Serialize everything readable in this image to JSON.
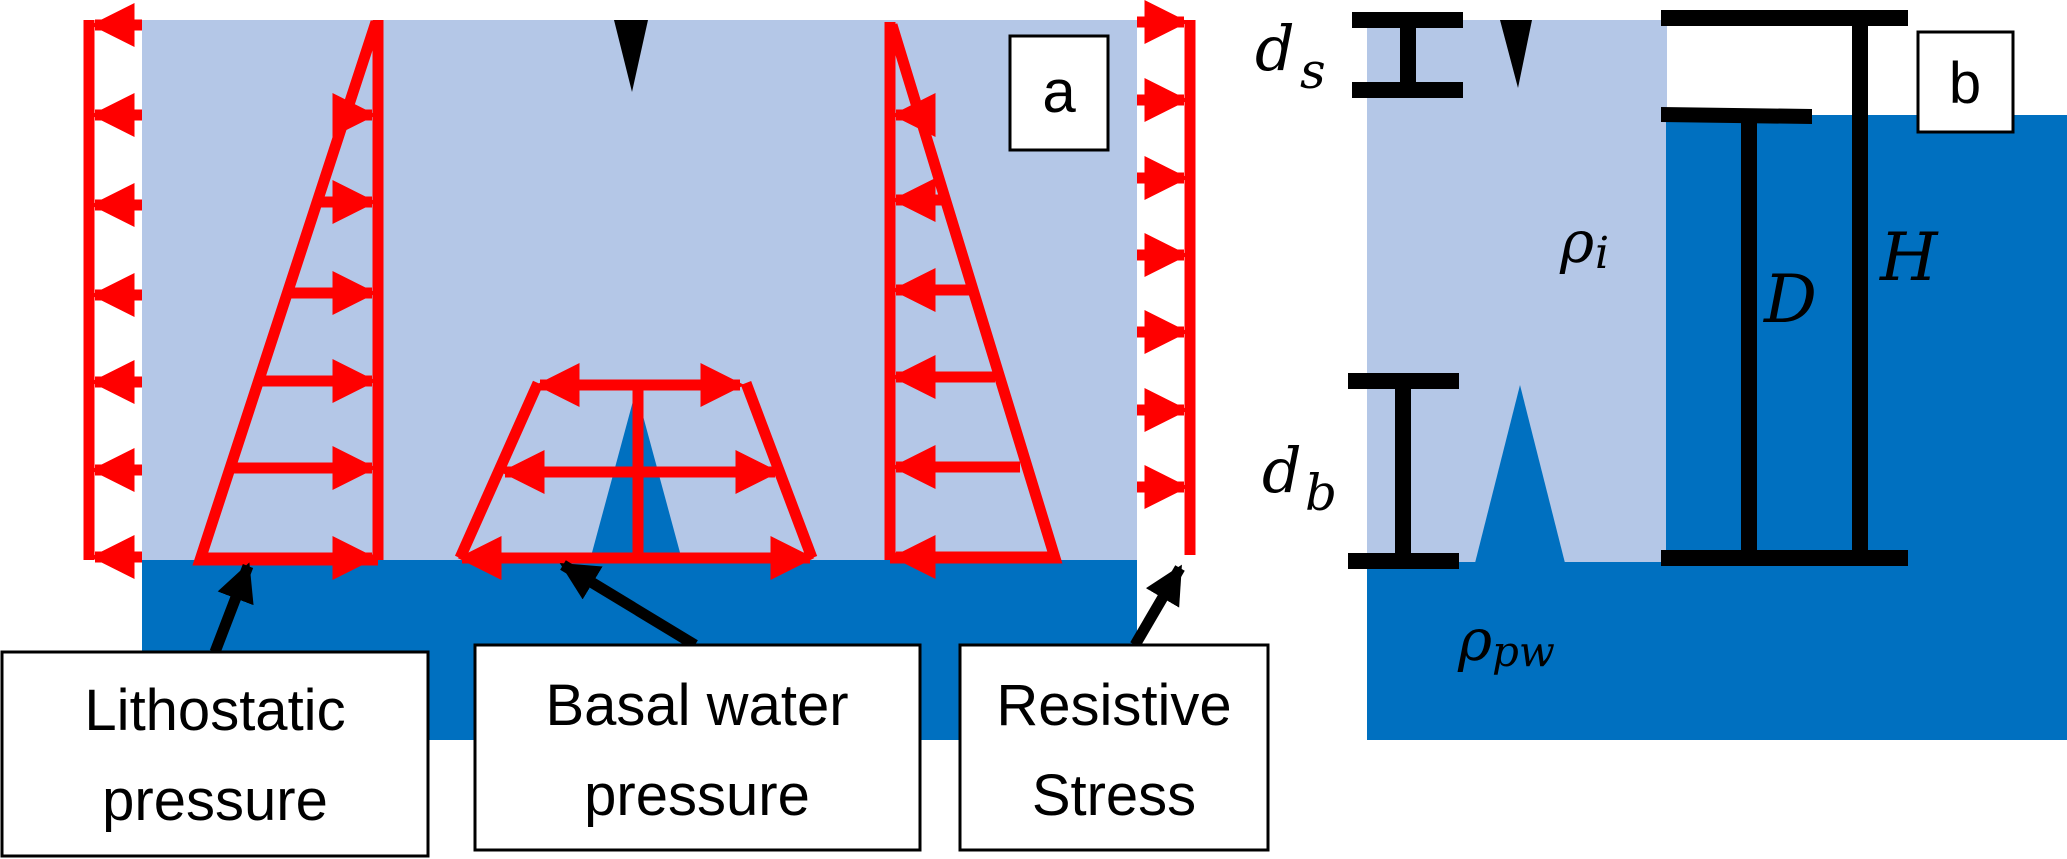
{
  "colors": {
    "ice": "#b4c7e7",
    "water": "#0070c0",
    "stress": "#ff0000",
    "ink": "#000000",
    "box_fill": "#ffffff"
  },
  "panel_a": {
    "label": "a",
    "callouts": {
      "lithostatic": [
        "Lithostatic",
        "pressure"
      ],
      "basal_water": [
        "Basal water",
        "pressure"
      ],
      "resistive": [
        "Resistive",
        "Stress"
      ]
    }
  },
  "panel_b": {
    "label": "b",
    "symbols": {
      "ds_main": "d",
      "ds_sub": "s",
      "db_main": "d",
      "db_sub": "b",
      "rho_i_main": "ρ",
      "rho_i_sub": "i",
      "rho_pw_main": "ρ",
      "rho_pw_sub": "pw",
      "D": "D",
      "H": "H"
    }
  }
}
